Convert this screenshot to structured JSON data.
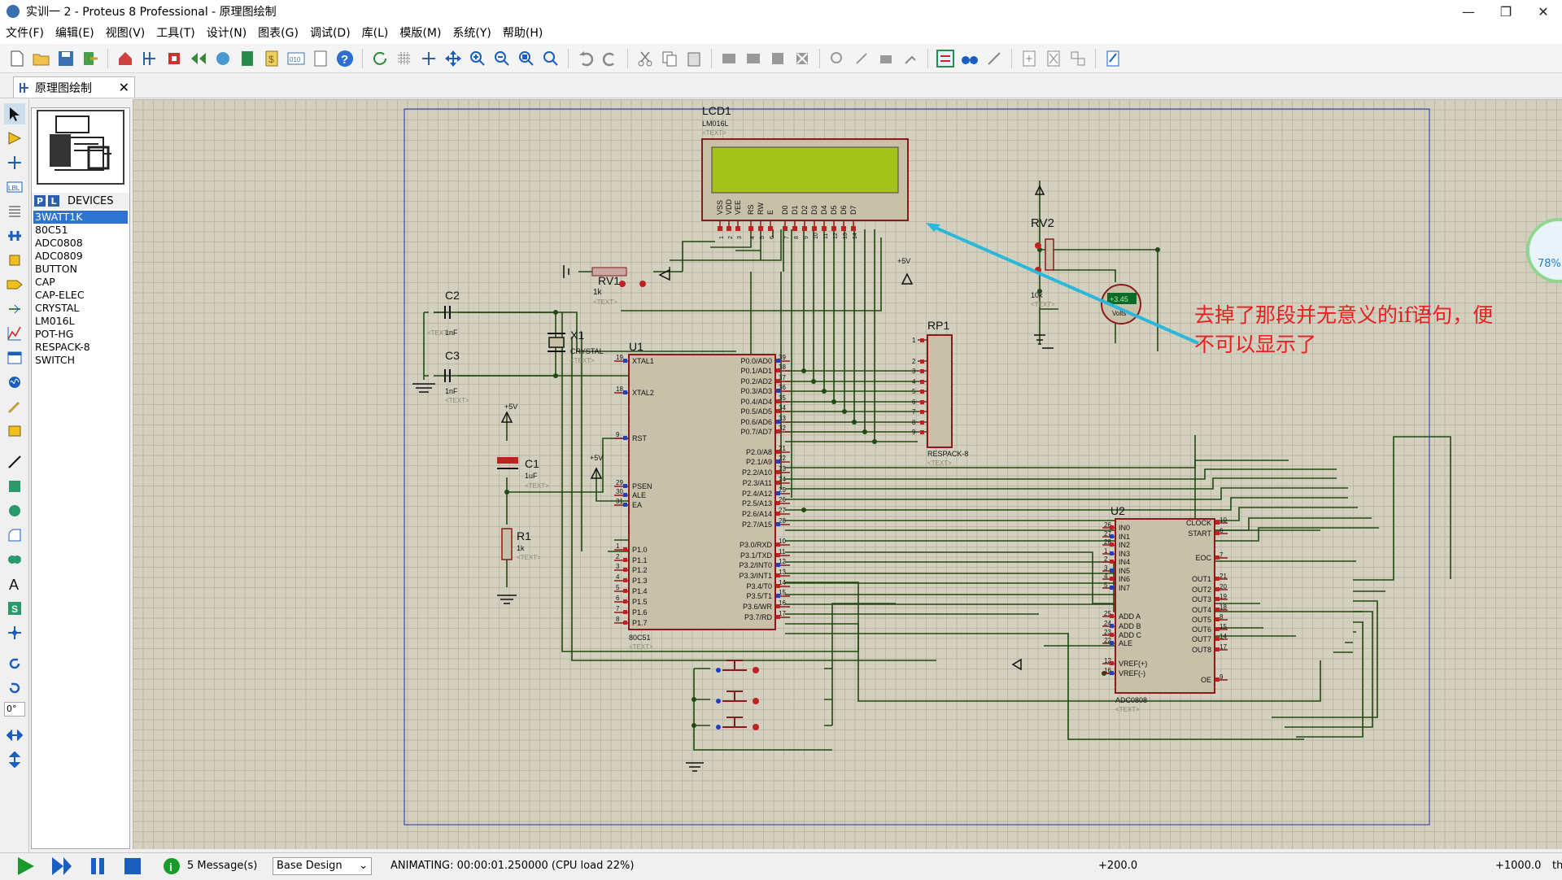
{
  "window": {
    "title": "实训一 2 - Proteus 8 Professional - 原理图绘制",
    "min": "—",
    "max": "❐",
    "close": "✕"
  },
  "menu": [
    "文件(F)",
    "编辑(E)",
    "视图(V)",
    "工具(T)",
    "设计(N)",
    "图表(G)",
    "调试(D)",
    "库(L)",
    "模版(M)",
    "系统(Y)",
    "帮助(H)"
  ],
  "tab": {
    "label": "原理图绘制",
    "close": "✕"
  },
  "devices": {
    "p_btn": "P",
    "l_btn": "L",
    "header": "DEVICES",
    "items": [
      "3WATT1K",
      "80C51",
      "ADC0808",
      "ADC0809",
      "BUTTON",
      "CAP",
      "CAP-ELEC",
      "CRYSTAL",
      "LM016L",
      "POT-HG",
      "RESPACK-8",
      "SWITCH"
    ],
    "selected": "3WATT1K"
  },
  "rotation": "0°",
  "status": {
    "messages": "5 Message(s)",
    "design": "Base Design",
    "animating": "ANIMATING: 00:00:01.250000 (CPU load 22%)",
    "coord_x": "+200.0",
    "coord_y": "+1000.0",
    "edge": "th"
  },
  "annotation": {
    "line1": "去掉了那段并无意义的if语句，便",
    "line2": "不可以显示了"
  },
  "gauge": "78%",
  "schematic": {
    "lcd": {
      "ref": "LCD1",
      "part": "LM016L",
      "text": "<TEXT>",
      "pins": [
        "VSS",
        "VDD",
        "VEE",
        "RS",
        "RW",
        "E",
        "D0",
        "D1",
        "D2",
        "D3",
        "D4",
        "D5",
        "D6",
        "D7"
      ],
      "pin_nums": [
        "1",
        "2",
        "3",
        "4",
        "5",
        "6",
        "7",
        "8",
        "9",
        "10",
        "11",
        "12",
        "13",
        "14"
      ]
    },
    "rv1": {
      "ref": "RV1",
      "value": "1k",
      "text": "<TEXT>"
    },
    "rv2": {
      "ref": "RV2",
      "value": "10k",
      "text": "<TEXT>"
    },
    "voltmeter": {
      "reading": "+3.45",
      "unit": "Volts"
    },
    "c2": {
      "ref": "C2",
      "value": "1nF",
      "text": "<TEXT>"
    },
    "c3": {
      "ref": "C3",
      "value": "1nF",
      "text": "<TEXT>"
    },
    "x1": {
      "ref": "X1",
      "part": "CRYSTAL",
      "text": "<TEXT>"
    },
    "c1": {
      "ref": "C1",
      "value": "1uF",
      "text": "<TEXT>"
    },
    "r1": {
      "ref": "R1",
      "value": "1k",
      "text": "<TEXT>"
    },
    "rp1": {
      "ref": "RP1",
      "part": "RESPACK-8",
      "text": "<TEXT>",
      "pins": [
        "1",
        "2",
        "3",
        "4",
        "5",
        "6",
        "7",
        "8",
        "9"
      ]
    },
    "u1": {
      "ref": "U1",
      "part": "80C51",
      "text": "<TEXT>",
      "left": [
        [
          "19",
          "XTAL1"
        ],
        [
          "18",
          "XTAL2"
        ],
        [
          "9",
          "RST"
        ],
        [
          "29",
          "PSEN"
        ],
        [
          "30",
          "ALE"
        ],
        [
          "31",
          "EA"
        ],
        [
          "1",
          "P1.0"
        ],
        [
          "2",
          "P1.1"
        ],
        [
          "3",
          "P1.2"
        ],
        [
          "4",
          "P1.3"
        ],
        [
          "5",
          "P1.4"
        ],
        [
          "6",
          "P1.5"
        ],
        [
          "7",
          "P1.6"
        ],
        [
          "8",
          "P1.7"
        ]
      ],
      "right": [
        [
          "39",
          "P0.0/AD0"
        ],
        [
          "38",
          "P0.1/AD1"
        ],
        [
          "37",
          "P0.2/AD2"
        ],
        [
          "36",
          "P0.3/AD3"
        ],
        [
          "35",
          "P0.4/AD4"
        ],
        [
          "34",
          "P0.5/AD5"
        ],
        [
          "33",
          "P0.6/AD6"
        ],
        [
          "32",
          "P0.7/AD7"
        ],
        [
          "21",
          "P2.0/A8"
        ],
        [
          "22",
          "P2.1/A9"
        ],
        [
          "23",
          "P2.2/A10"
        ],
        [
          "24",
          "P2.3/A11"
        ],
        [
          "25",
          "P2.4/A12"
        ],
        [
          "26",
          "P2.5/A13"
        ],
        [
          "27",
          "P2.6/A14"
        ],
        [
          "28",
          "P2.7/A15"
        ],
        [
          "10",
          "P3.0/RXD"
        ],
        [
          "11",
          "P3.1/TXD"
        ],
        [
          "12",
          "P3.2/INT0"
        ],
        [
          "13",
          "P3.3/INT1"
        ],
        [
          "14",
          "P3.4/T0"
        ],
        [
          "15",
          "P3.5/T1"
        ],
        [
          "16",
          "P3.6/WR"
        ],
        [
          "17",
          "P3.7/RD"
        ]
      ]
    },
    "u2": {
      "ref": "U2",
      "part": "ADC0808",
      "text": "<TEXT>",
      "left": [
        [
          "26",
          "IN0"
        ],
        [
          "27",
          "IN1"
        ],
        [
          "28",
          "IN2"
        ],
        [
          "1",
          "IN3"
        ],
        [
          "2",
          "IN4"
        ],
        [
          "3",
          "IN5"
        ],
        [
          "4",
          "IN6"
        ],
        [
          "5",
          "IN7"
        ],
        [
          "25",
          "ADD A"
        ],
        [
          "24",
          "ADD B"
        ],
        [
          "23",
          "ADD C"
        ],
        [
          "22",
          "ALE"
        ],
        [
          "12",
          "VREF(+)"
        ],
        [
          "16",
          "VREF(-)"
        ]
      ],
      "right": [
        [
          "10",
          "CLOCK"
        ],
        [
          "6",
          "START"
        ],
        [
          "7",
          "EOC"
        ],
        [
          "21",
          "OUT1"
        ],
        [
          "20",
          "OUT2"
        ],
        [
          "19",
          "OUT3"
        ],
        [
          "18",
          "OUT4"
        ],
        [
          "8",
          "OUT5"
        ],
        [
          "15",
          "OUT6"
        ],
        [
          "14",
          "OUT7"
        ],
        [
          "17",
          "OUT8"
        ],
        [
          "9",
          "OE"
        ]
      ]
    },
    "power": "+5V"
  }
}
